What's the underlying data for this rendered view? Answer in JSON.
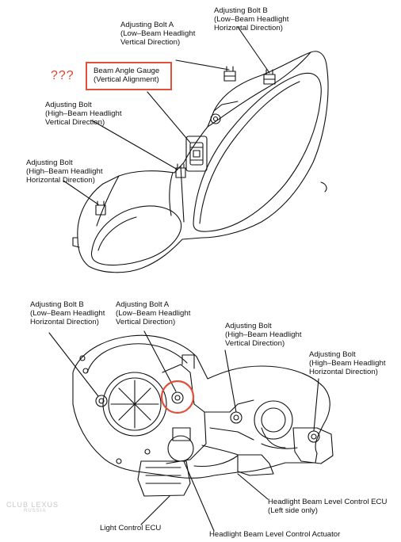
{
  "top": {
    "bolt_a_low": [
      "Adjusting Bolt A",
      "(Low–Beam Headlight",
      "Vertical Direction)"
    ],
    "bolt_b_low": [
      "Adjusting Bolt B",
      "(Low–Beam Headlight",
      "Horizontal Direction)"
    ],
    "question_marks": "???",
    "gauge": [
      "Beam Angle Gauge",
      "(Vertical Alignment)"
    ],
    "bolt_high_vertical": [
      "Adjusting Bolt",
      "(High–Beam Headlight",
      "Vertical Direction)"
    ],
    "bolt_high_horizontal": [
      "Adjusting Bolt",
      "(High–Beam Headlight",
      "Horizontal Direction)"
    ]
  },
  "bottom": {
    "bolt_b_low": [
      "Adjusting Bolt B",
      "(Low–Beam Headlight",
      "Horizontal Direction)"
    ],
    "bolt_a_low": [
      "Adjusting Bolt A",
      "(Low–Beam Headlight",
      "Vertical Direction)"
    ],
    "bolt_high_vertical": [
      "Adjusting Bolt",
      "(High–Beam Headlight",
      "Vertical Direction)"
    ],
    "bolt_high_horizontal": [
      "Adjusting Bolt",
      "(High–Beam Headlight",
      "Horizontal Direction)"
    ],
    "level_ecu": [
      "Headlight Beam Level Control ECU",
      "(Left side only)"
    ],
    "light_ecu": "Light Control ECU",
    "actuator": "Headlight Beam Level Control Actuator"
  },
  "watermark": [
    "CLUB LEXUS",
    "RUSSIA"
  ],
  "colors": {
    "highlight": "#e0503a",
    "line": "#111111"
  }
}
